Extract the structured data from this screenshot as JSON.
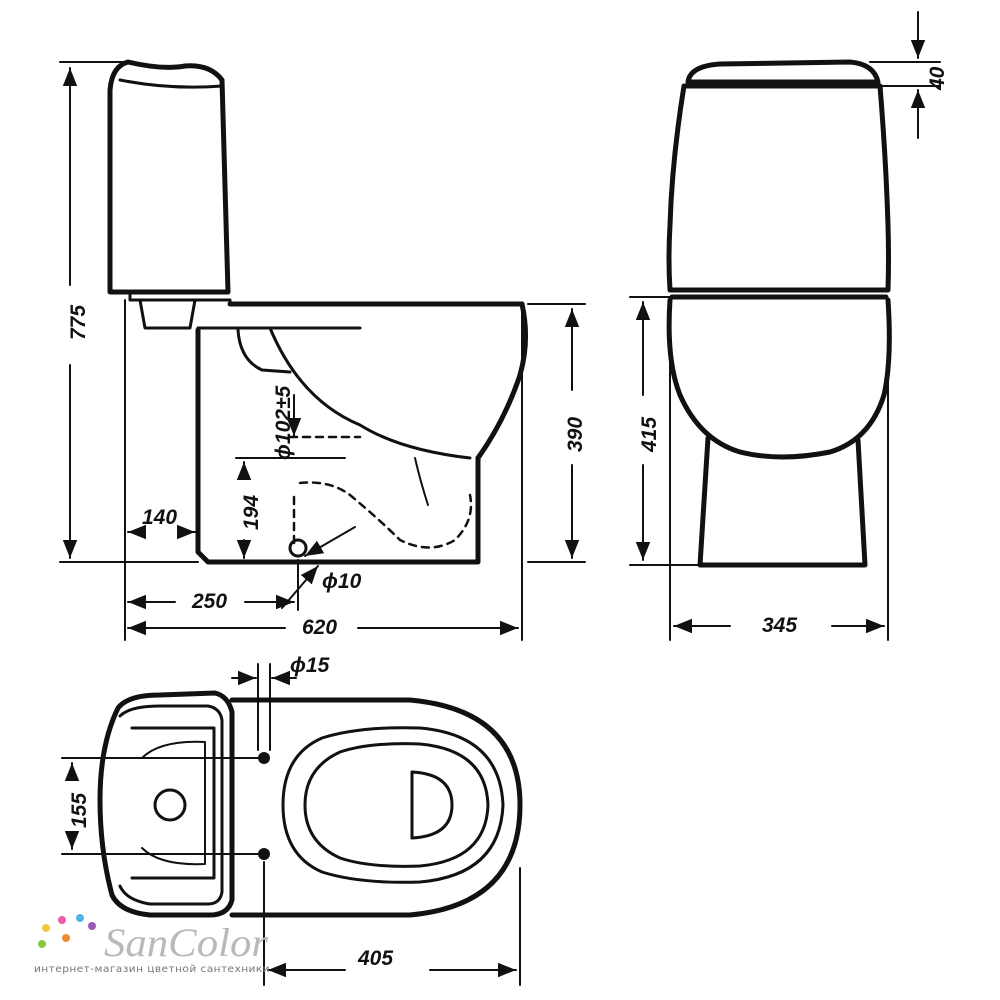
{
  "dimensions": {
    "total_height": "775",
    "bowl_height": "390",
    "side_height": "415",
    "lid_thickness": "40",
    "tank_offset": "140",
    "outlet_height": "194",
    "outlet_diameter": "ϕ102±5",
    "outlet_distance": "250",
    "total_length": "620",
    "side_width": "345",
    "fixing_hole": "ϕ10",
    "water_inlet": "ϕ15",
    "hole_spacing": "155",
    "bowl_length": "405"
  },
  "logo": {
    "brand": "SanColor",
    "tagline": "интернет-магазин цветной сантехники",
    "dot_colors": [
      "#f5c842",
      "#e85fa6",
      "#4fb6e8",
      "#8cc63f",
      "#f28b30",
      "#9b59b6"
    ]
  }
}
